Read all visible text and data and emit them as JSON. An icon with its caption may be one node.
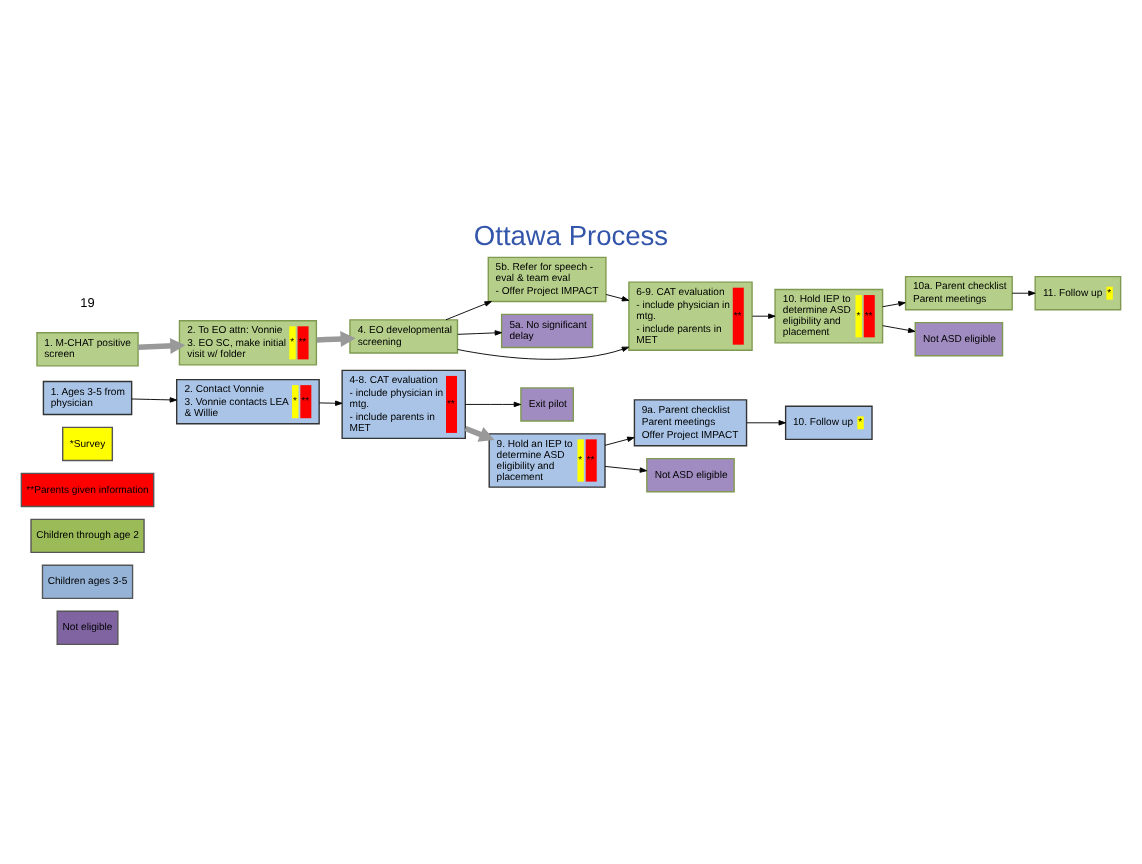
{
  "diagram": {
    "title": "Ottawa Process",
    "nodes": [
      {
        "text": [
          "1. M-CHAT positive screen"
        ]
      },
      {
        "text": [
          "2. To EO attn: Vonnie",
          "3. EO SC, make initial visit w/ folder",
          "*",
          "**"
        ]
      },
      {
        "text": [
          "4. EO developmental screening"
        ]
      },
      {
        "text": [
          "5b. Refer for speech - eval & team eval",
          "- Offer Project IMPACT"
        ]
      },
      {
        "text": [
          "5a. No significant delay"
        ]
      },
      {
        "text": [
          "6-9. CAT evaluation",
          "- include physician in mtg.",
          "- include parents in MET",
          "**"
        ]
      },
      {
        "text": [
          "10a. Parent checklist",
          "Parent meetings"
        ]
      },
      {
        "text": [
          "10. Hold IEP to determine ASD eligibility and placement",
          "*",
          "**"
        ]
      },
      {
        "text": [
          "11. Follow up",
          "*"
        ]
      },
      {
        "text": [
          "Not ASD eligible"
        ]
      },
      {
        "text": [
          "1. Ages 3-5 from physician"
        ]
      },
      {
        "text": [
          "2. Contact Vonnie",
          "3. Vonnie contacts LEA & Willie",
          "*",
          "**"
        ]
      },
      {
        "text": [
          "4-8. CAT evaluation",
          "- include physician in mtg.",
          "- include parents in MET",
          "**"
        ]
      },
      {
        "text": [
          "Exit pilot"
        ]
      },
      {
        "text": [
          "9a. Parent checklist",
          "Parent meetings",
          "Offer Project IMPACT"
        ]
      },
      {
        "text": [
          "9. Hold an IEP to determine ASD eligibility and placement",
          "*",
          "**"
        ]
      },
      {
        "text": [
          "10. Follow up",
          "*"
        ]
      },
      {
        "text": [
          "Not ASD eligible"
        ]
      }
    ],
    "edges": [
      {
        "from": 0,
        "to": 1,
        "arrow": "to",
        "style": "thick",
        "color": "#999999"
      },
      {
        "from": 1,
        "to": 2,
        "arrow": "to",
        "style": "thick",
        "color": "#999999"
      },
      {
        "from": 2,
        "to": 3,
        "arrow": "to"
      },
      {
        "from": 2,
        "to": 4,
        "arrow": "to"
      },
      {
        "from": 3,
        "to": 5,
        "arrow": "to"
      },
      {
        "from": 2,
        "to": 5,
        "arrow": "to"
      },
      {
        "from": 5,
        "to": 7,
        "arrow": "to"
      },
      {
        "from": 7,
        "to": 6,
        "arrow": "to"
      },
      {
        "from": 6,
        "to": 8,
        "arrow": "to"
      },
      {
        "from": 7,
        "to": 9,
        "arrow": "to"
      },
      {
        "from": 10,
        "to": 11,
        "arrow": "to"
      },
      {
        "from": 11,
        "to": 12,
        "arrow": "to"
      },
      {
        "from": 12,
        "to": 13,
        "arrow": "to"
      },
      {
        "from": 12,
        "to": 15,
        "arrow": "to",
        "style": "thick",
        "color": "#999999"
      },
      {
        "from": 15,
        "to": 14,
        "arrow": "to"
      },
      {
        "from": 14,
        "to": 16,
        "arrow": "to"
      },
      {
        "from": 15,
        "to": 17,
        "arrow": "to"
      }
    ],
    "labels": [
      "19"
    ],
    "legend": [
      {
        "text": "*Survey",
        "color": "#ffff00"
      },
      {
        "text": "**Parents given information",
        "color": "#ff0000"
      },
      {
        "text": "Children through age 2",
        "color": "#9bbb59"
      },
      {
        "text": "Children ages 3-5",
        "color": "#95b3d7"
      },
      {
        "text": "Not eligible",
        "color": "#8064a2"
      }
    ]
  }
}
